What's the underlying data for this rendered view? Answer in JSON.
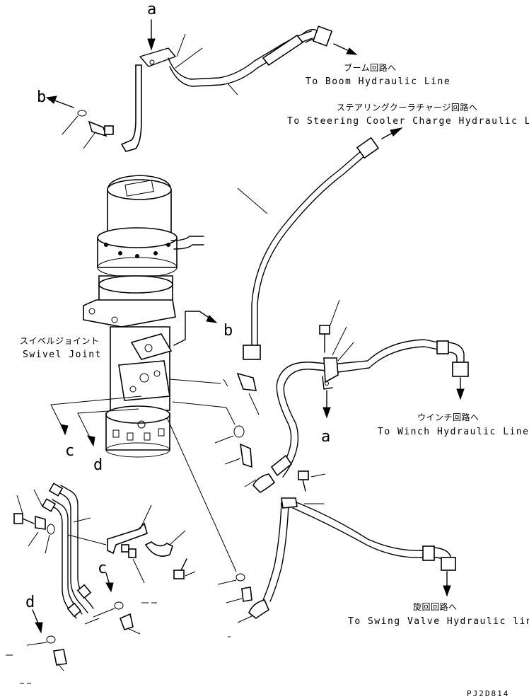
{
  "labels": {
    "boom_jp": "ブーム回路へ",
    "boom_en": "To Boom Hydraulic Line",
    "steer_jp": "ステアリングクーラチャージ回路へ",
    "steer_en": "To Steering Cooler Charge Hydraulic Line",
    "swivel_jp": "スイベルジョイント",
    "swivel_en": "Swivel Joint",
    "winch_jp": "ウインチ回路へ",
    "winch_en": "To Winch Hydraulic Line",
    "swing_jp": "旋回回路へ",
    "swing_en": "To Swing Valve Hydraulic line",
    "drawing_id": "PJ2D814"
  },
  "reference_letters": {
    "a": "a",
    "b": "b",
    "c": "c",
    "d": "d"
  }
}
